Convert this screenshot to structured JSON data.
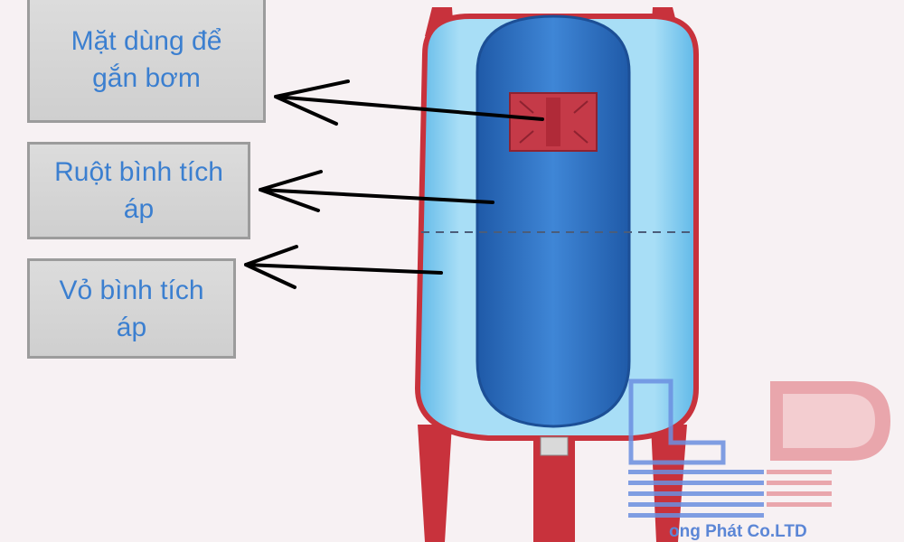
{
  "labels": {
    "pump_mount": [
      "Mặt dùng để",
      "gắn bơm"
    ],
    "bladder": [
      "Ruột bình tích",
      "áp"
    ],
    "shell": [
      "Vỏ bình tích",
      "áp"
    ]
  },
  "logo": {
    "caption": "ong Phát Co.LTD"
  },
  "colors": {
    "frame_red": "#c8323c",
    "shell_blue": "#8fd0f0",
    "bladder_blue": "#3b7fd0",
    "label_text": "#3b7fd0",
    "logo_blue": "#6b8fe0",
    "logo_red": "#e79aa0"
  }
}
